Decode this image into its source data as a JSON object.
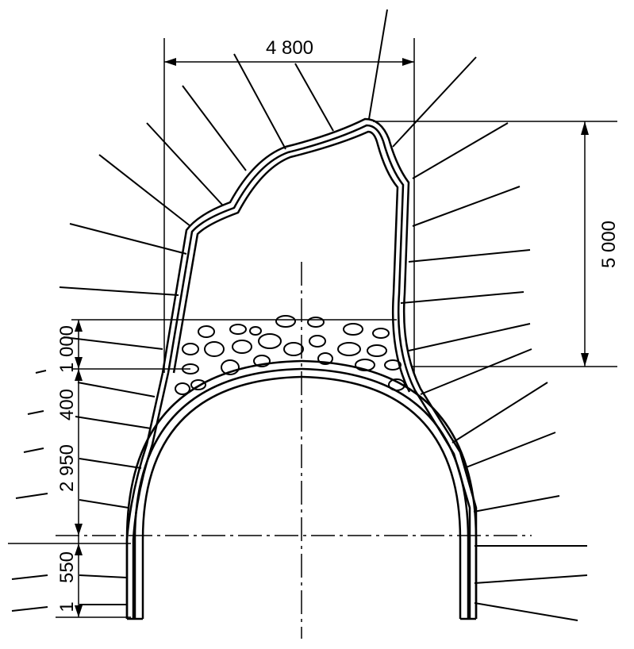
{
  "dimensions": {
    "width_top": "4 800",
    "height_right": "5 000",
    "left_1": "1 000",
    "left_2": "400",
    "left_3": "2 950",
    "left_4": "550",
    "left_5": "1"
  }
}
